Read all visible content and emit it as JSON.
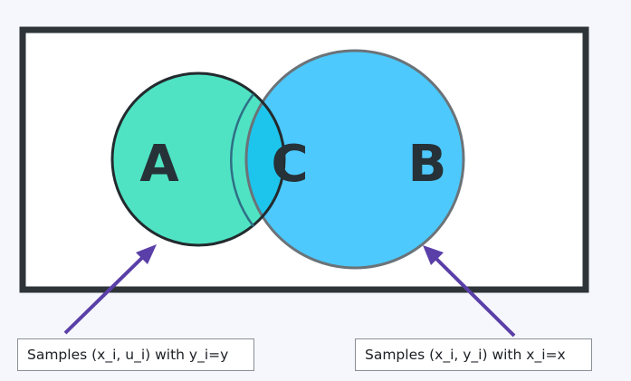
{
  "diagram": {
    "sets": [
      {
        "id": "A",
        "label": "A",
        "color": "#4fe3c3"
      },
      {
        "id": "B",
        "label": "B",
        "color": "#4dc9fd"
      },
      {
        "id": "C",
        "label": "C",
        "color": "#1dc5ec"
      }
    ],
    "frame_color": "#2f3438",
    "arrow_color": "#5a3fa8",
    "callouts": {
      "left": "Samples (x_i, u_i) with y_i=y",
      "right": "Samples (x_i, y_i) with x_i=x"
    }
  }
}
